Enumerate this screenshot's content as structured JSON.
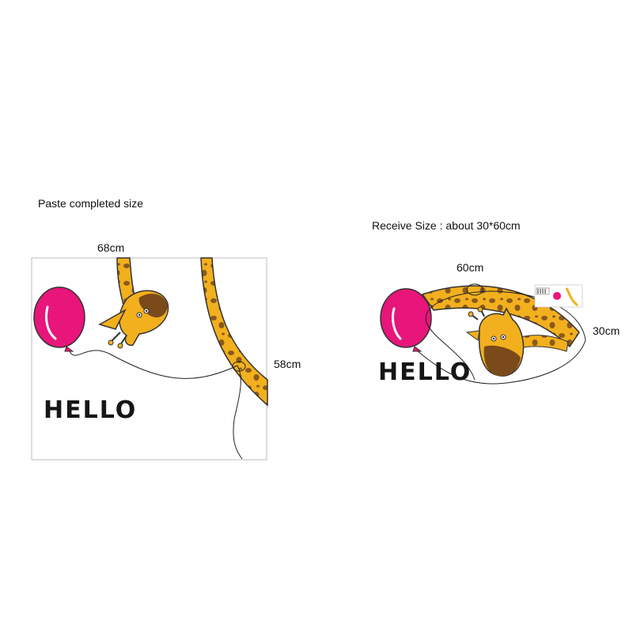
{
  "left_panel": {
    "title": "Paste completed size",
    "width_label": "68cm",
    "height_label": "58cm",
    "hello_text": "HELLO"
  },
  "right_panel": {
    "title": "Receive Size : about 30*60cm",
    "width_label": "60cm",
    "height_label": "30cm",
    "hello_text": "HELLO"
  },
  "colors": {
    "balloon": "#e8157a",
    "giraffe_body": "#f2b01e",
    "giraffe_spots": "#8a5a1c",
    "giraffe_face": "#7a4a1a",
    "text": "#161616"
  },
  "icons": [
    "balloon-icon",
    "giraffe-head-icon",
    "giraffe-neck-icon",
    "barcode-icon"
  ]
}
